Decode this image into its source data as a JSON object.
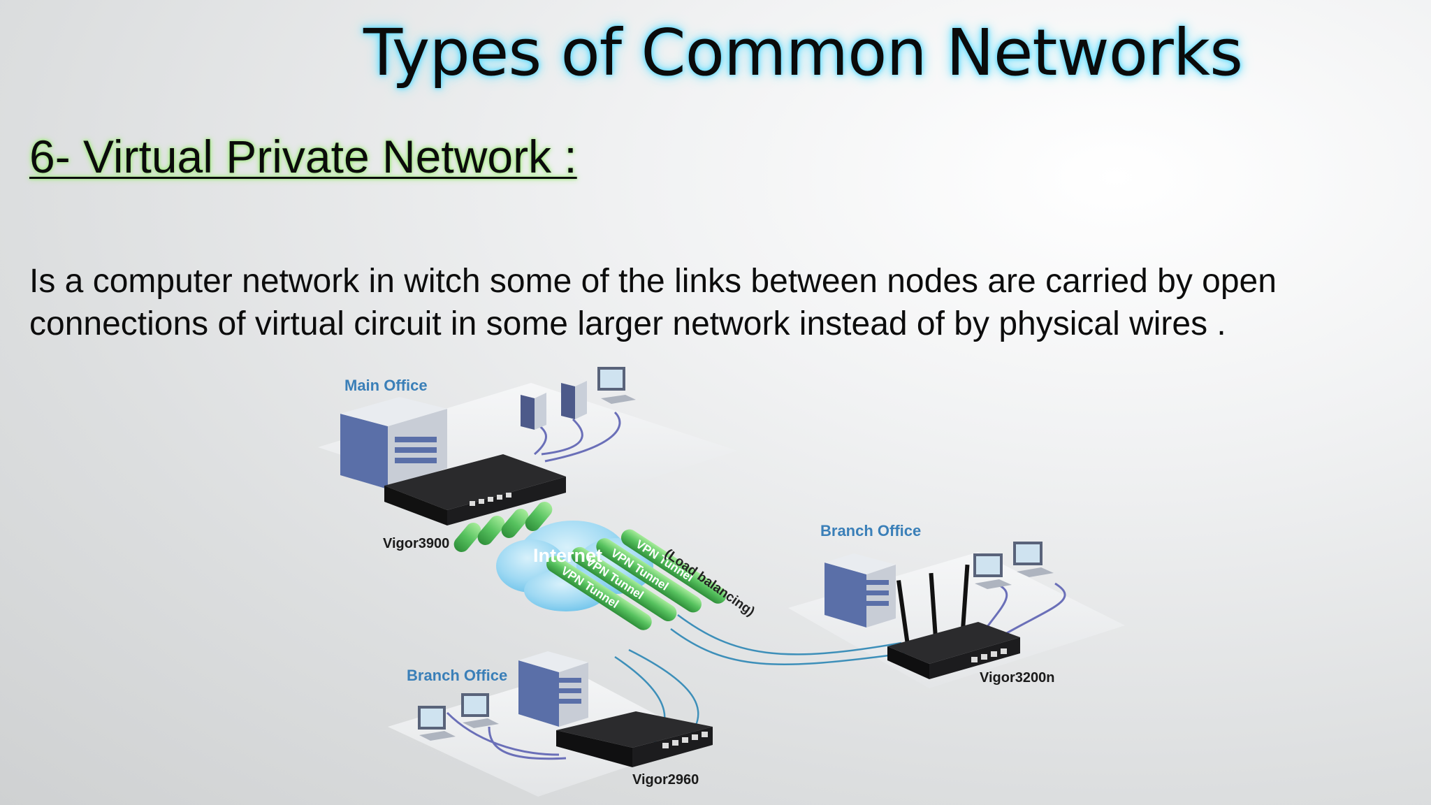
{
  "slide": {
    "title": "Types of Common Networks",
    "subtitle": "6- Virtual Private Network :",
    "body": "Is a computer network in witch some of the links between nodes are carried by open connections of virtual circuit in some larger network instead of by physical  wires ."
  },
  "diagram": {
    "main_office_label": "Main Office",
    "branch_office_right_label": "Branch Office",
    "branch_office_left_label": "Branch Office",
    "internet_label": "Internet",
    "tunnels": [
      "VPN Tunnel",
      "VPN Tunnel",
      "VPN Tunnel",
      "VPN Tunnel"
    ],
    "load_balancing_label": "(Load balancing)",
    "router_main_label": "Vigor3900",
    "router_right_label": "Vigor3200n",
    "router_bottom_label": "Vigor2960"
  },
  "colors": {
    "title_glow": "#4fd6ff",
    "subtitle_glow": "#8eea67",
    "office_label": "#3a7fb8",
    "tunnel": "#57c25f",
    "cloud": "#8fd3f2",
    "cable": "#6a6fb8"
  }
}
